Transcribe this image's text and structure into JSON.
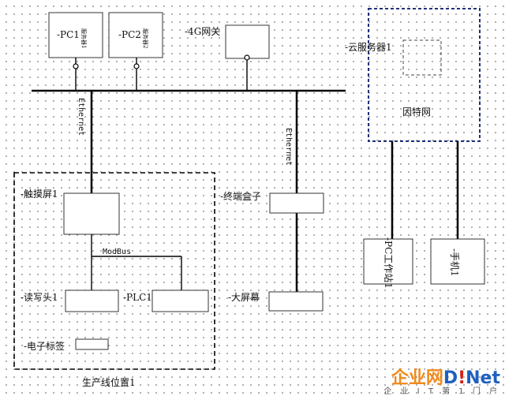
{
  "nodes": {
    "pc1": {
      "label": "-PC1",
      "sub": "服务器1"
    },
    "pc2": {
      "label": "-PC2",
      "sub": "服务器2"
    },
    "gateway": {
      "label": "-4G网关"
    },
    "cloud_server": {
      "label": "-云服务器1"
    },
    "internet": {
      "label": "因特网"
    },
    "touch_screen": {
      "label": "-触摸屏1"
    },
    "terminal_box": {
      "label": "-终端盒子"
    },
    "reader": {
      "label": "-读写头1"
    },
    "plc": {
      "label": "-PLC1"
    },
    "big_screen": {
      "label": "-大屏幕"
    },
    "rfid_tag": {
      "label": "-电子标签"
    },
    "pc_station": {
      "label": "-PC工作站1"
    },
    "phone": {
      "label": "-手机1"
    }
  },
  "links": {
    "ethernet_left": "Ethernet",
    "ethernet_right": "Ethernet",
    "modbus": "ModBus"
  },
  "groups": {
    "production_line": "生产线位置1"
  },
  "watermark": {
    "text_a": "企业网",
    "text_b": "D",
    "text_c": "!",
    "text_d": "Net",
    "subtitle": "企 业 I T 第 1 门 户",
    "colors": {
      "orange": "#f08a1c",
      "blue": "#1f5fbf",
      "red": "#d0201c"
    }
  }
}
